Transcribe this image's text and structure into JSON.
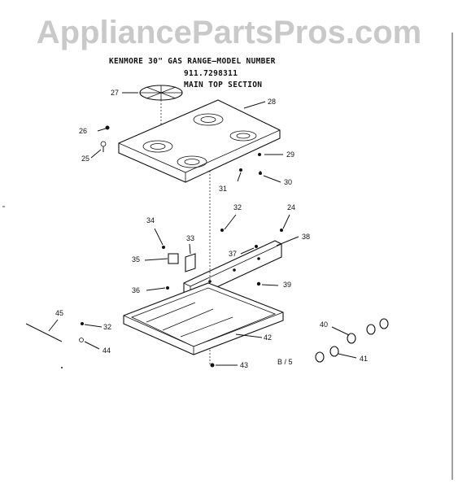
{
  "watermark": "AppliancePartsPros.com",
  "diagram": {
    "title_line1": "KENMORE 30\" GAS RANGE—MODEL NUMBER",
    "title_line2": "911.7298311",
    "title_line3": "MAIN TOP SECTION",
    "page_ref": "B / 5",
    "callouts": [
      "27",
      "28",
      "26",
      "25",
      "29",
      "30",
      "31",
      "32",
      "24",
      "34",
      "33",
      "35",
      "37",
      "38",
      "36",
      "39",
      "45",
      "32",
      "42",
      "44",
      "43",
      "40",
      "41"
    ]
  }
}
